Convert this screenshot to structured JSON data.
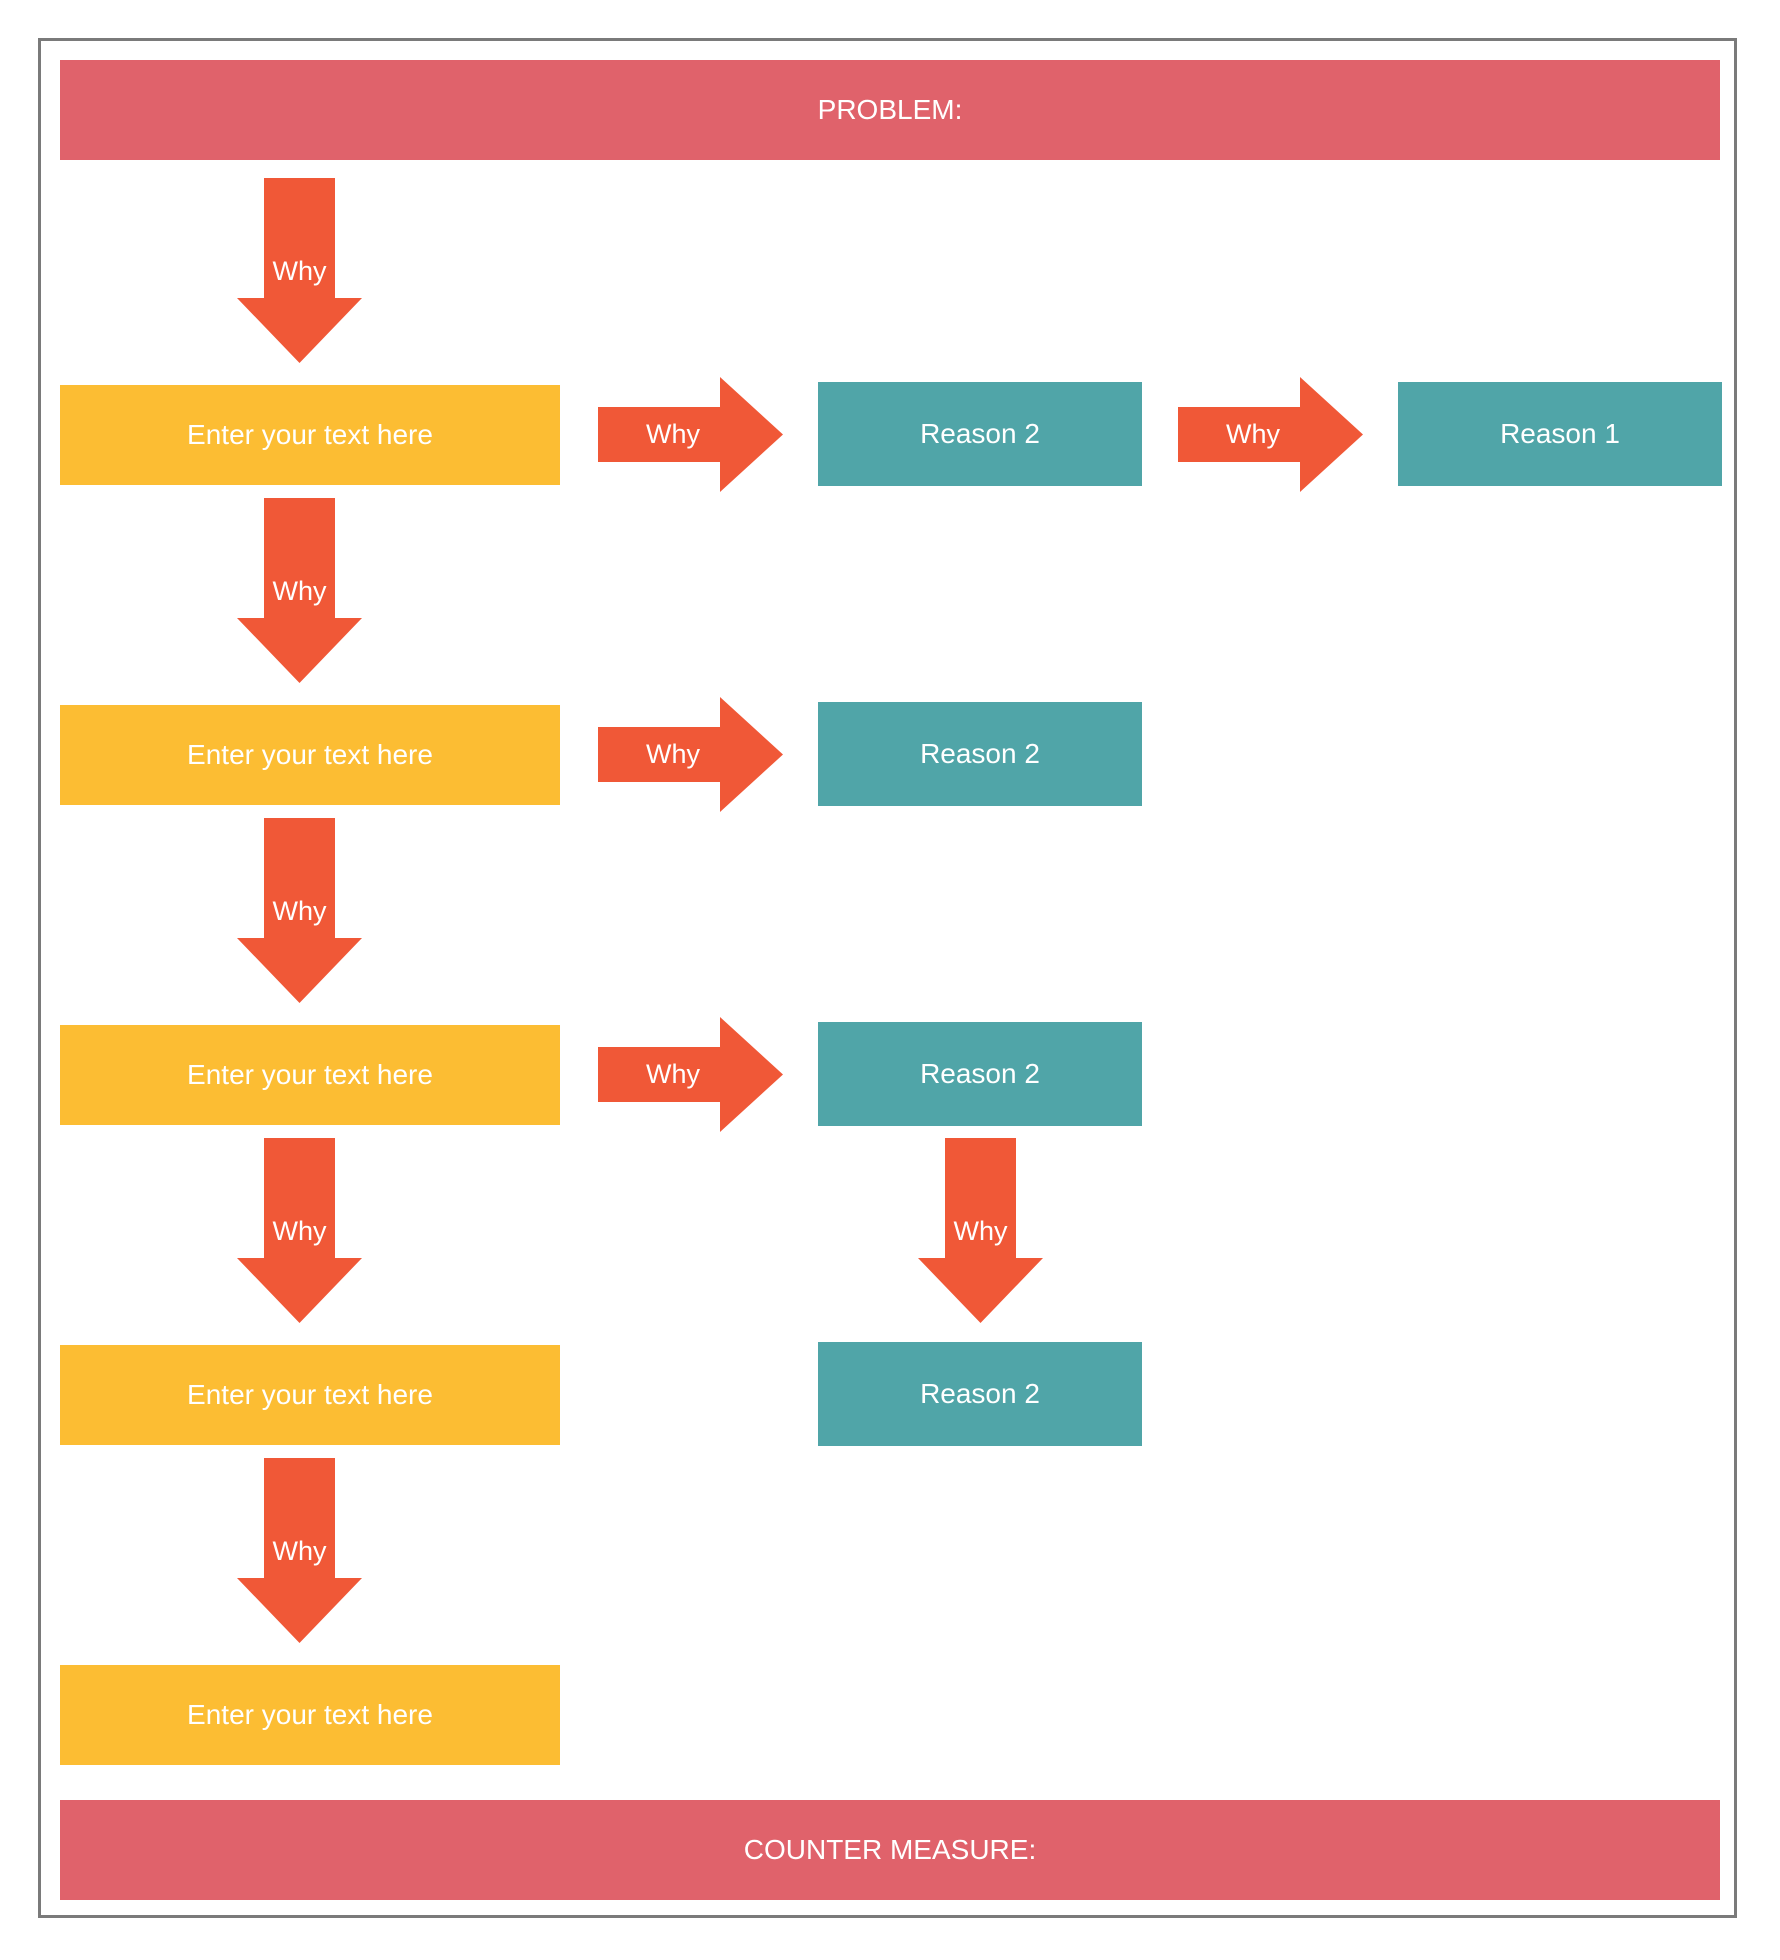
{
  "problem_label": "PROBLEM:",
  "counter_measure_label": "COUNTER MEASURE:",
  "arrow_label": "Why",
  "steps": [
    "Enter your text here",
    "Enter your text here",
    "Enter your text here",
    "Enter your text here",
    "Enter your text here"
  ],
  "reasons": {
    "row1_a": "Reason 2",
    "row1_b": "Reason 1",
    "row2_a": "Reason 2",
    "row3_a": "Reason 2",
    "row4_a": "Reason 2"
  },
  "colors": {
    "banner": "#e0626b",
    "step": "#fcbd33",
    "reason": "#50a5a8",
    "arrow": "#f05837",
    "frame": "#7a7a7a"
  }
}
